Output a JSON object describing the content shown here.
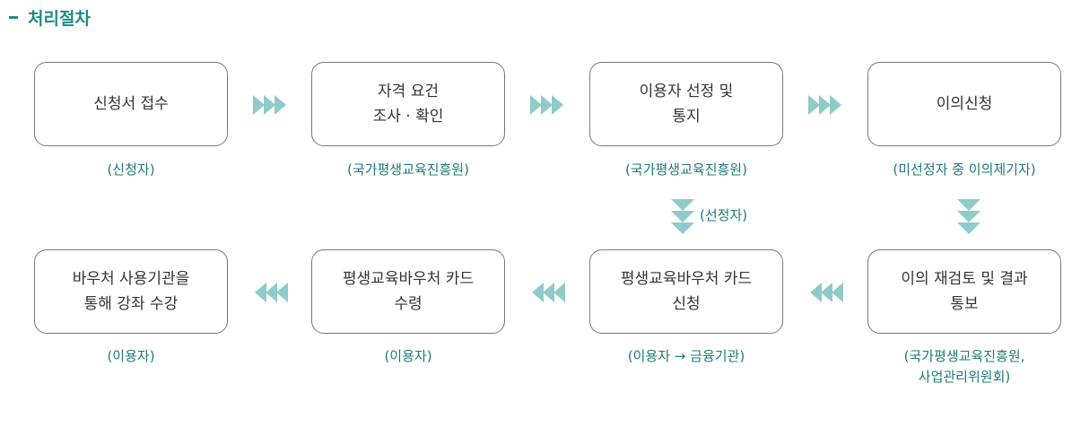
{
  "title": "처리절차",
  "steps": [
    {
      "label": "신청서 접수",
      "role": "(신청자)"
    },
    {
      "label": "자격 요건\n조사 · 확인",
      "role": "(국가평생교육진흥원)"
    },
    {
      "label": "이용자 선정 및\n통지",
      "role": "(국가평생교육진흥원)"
    },
    {
      "label": "이의신청",
      "role": "(미선정자 중 이의제기자)"
    },
    {
      "label": "이의 재검토 및 결과\n통보",
      "role": "(국가평생교육진흥원,\n사업관리위원회)"
    },
    {
      "label": "평생교육바우처 카드\n신청",
      "role": "(이용자 → 금융기관)"
    },
    {
      "label": "평생교육바우처 카드\n수령",
      "role": "(이용자)"
    },
    {
      "label": "바우처 사용기관을\n통해 강좌 수강",
      "role": "(이용자)"
    }
  ],
  "branch_label": "(선정자)",
  "colors": {
    "accent": "#1e8a86",
    "arrow": "#8ecbc9",
    "border": "#777777",
    "text": "#333333"
  }
}
